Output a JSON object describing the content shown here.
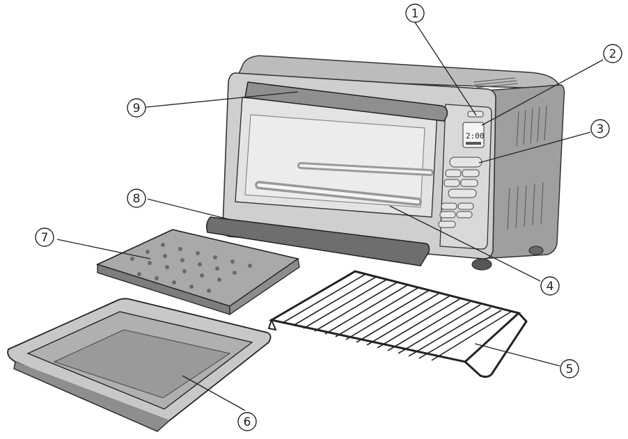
{
  "diagram": {
    "callouts": [
      {
        "id": 1,
        "label": "1"
      },
      {
        "id": 2,
        "label": "2"
      },
      {
        "id": 3,
        "label": "3"
      },
      {
        "id": 4,
        "label": "4"
      },
      {
        "id": 5,
        "label": "5"
      },
      {
        "id": 6,
        "label": "6"
      },
      {
        "id": 7,
        "label": "7"
      },
      {
        "id": 8,
        "label": "8"
      },
      {
        "id": 9,
        "label": "9"
      }
    ],
    "display": {
      "time": "2:00"
    }
  },
  "colors": {
    "line": "#222222",
    "steel": "#c9c9c9",
    "steel_dark": "#8a8a8a",
    "glass": "#d8d8d8",
    "pan_fill": "#b5b5b5"
  }
}
